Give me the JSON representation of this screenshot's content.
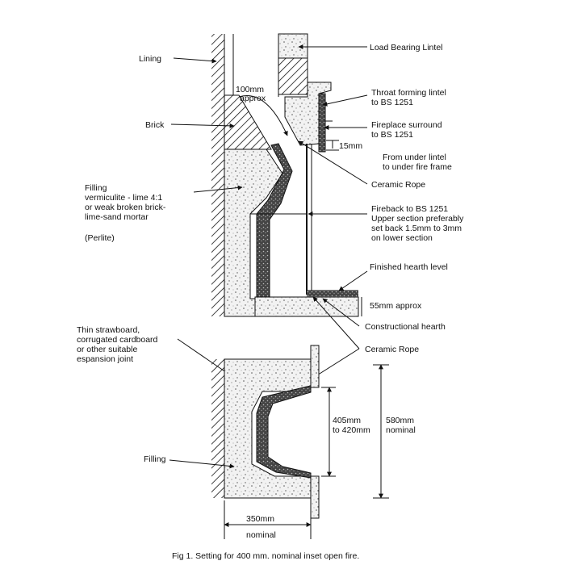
{
  "labels": {
    "lining": "Lining",
    "brick": "Brick",
    "filling_1": "Filling",
    "filling_2": "vermiculite - lime 4:1",
    "filling_3": "or weak broken brick-",
    "filling_4": "lime-sand mortar",
    "perlite": "(Perlite)",
    "load_lintel": "Load Bearing Lintel",
    "dim_100_1": "100mm",
    "dim_100_2": "approx",
    "throat_1": "Throat forming lintel",
    "throat_2": "to BS 1251",
    "surround_1": "Fireplace surround",
    "surround_2": "to BS 1251",
    "dim_15": "15mm",
    "from_under_1": "From under lintel",
    "from_under_2": "to under fire frame",
    "ceramic_rope_top": "Ceramic Rope",
    "fireback_1": "Fireback to BS 1251",
    "fireback_2": "Upper section preferably",
    "fireback_3": "set back 1.5mm to 3mm",
    "fireback_4": "on lower section",
    "hearth_level": "Finished hearth level",
    "dim_55": "55mm approx",
    "strawboard_1": "Thin strawboard,",
    "strawboard_2": "corrugated cardboard",
    "strawboard_3": "or other suitable",
    "strawboard_4": "espansion joint",
    "constructional": "Constructional hearth",
    "ceramic_rope_bottom": "Ceramic Rope",
    "dim_405_1": "405mm",
    "dim_405_2": "to 420mm",
    "dim_580_1": "580mm",
    "dim_580_2": "nominal",
    "filling_plan": "Filling",
    "dim_350_1": "350mm",
    "dim_350_2": "nominal"
  },
  "caption": "Fig 1. Setting for 400 mm. nominal inset open fire."
}
